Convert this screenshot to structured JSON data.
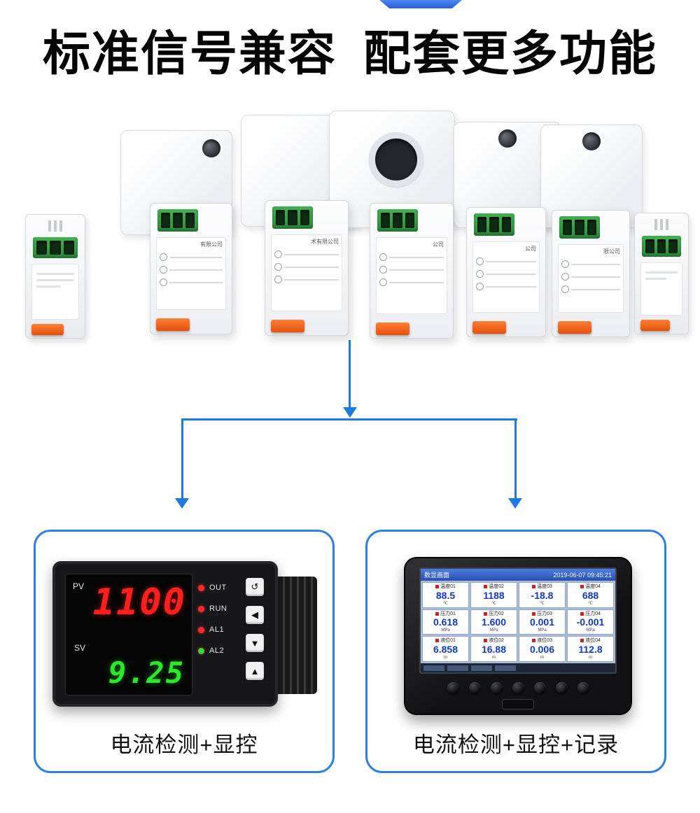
{
  "title": {
    "part1": "标准信号兼容",
    "part2": "配套更多功能"
  },
  "products": {
    "labels": [
      "有限公司",
      "术有限公司",
      "公司",
      "公司",
      "限公司"
    ]
  },
  "arrows": {
    "color": "#1f7ae0"
  },
  "left_panel": {
    "caption": "电流检测+显控",
    "meter": {
      "pv_label": "PV",
      "sv_label": "SV",
      "pv_value": "1100",
      "sv_value": "9.25",
      "indicators": [
        {
          "label": "OUT",
          "color": "#ff2b2b"
        },
        {
          "label": "RUN",
          "color": "#ff2b2b"
        },
        {
          "label": "AL1",
          "color": "#ff2b2b"
        },
        {
          "label": "AL2",
          "color": "#35d93a"
        }
      ],
      "buttons": [
        "↺",
        "◀",
        "▼",
        "▲"
      ]
    }
  },
  "right_panel": {
    "caption": "电流检测+显控+记录",
    "recorder": {
      "screen_title": "数显画面",
      "datetime": "2019-06-07 09:45:21",
      "marker_color": "#cc2222",
      "channels": [
        {
          "name": "温度01",
          "value": "88.5",
          "unit": "℃"
        },
        {
          "name": "温度02",
          "value": "1188",
          "unit": "℃"
        },
        {
          "name": "温度03",
          "value": "-18.8",
          "unit": "℃"
        },
        {
          "name": "温度04",
          "value": "688",
          "unit": "℃"
        },
        {
          "name": "压力01",
          "value": "0.618",
          "unit": "MPa"
        },
        {
          "name": "压力02",
          "value": "1.600",
          "unit": "MPa"
        },
        {
          "name": "压力03",
          "value": "0.001",
          "unit": "MPa"
        },
        {
          "name": "压力04",
          "value": "-0.001",
          "unit": "MPa"
        },
        {
          "name": "液位01",
          "value": "6.858",
          "unit": "m"
        },
        {
          "name": "液位02",
          "value": "16.88",
          "unit": "m"
        },
        {
          "name": "液位03",
          "value": "0.006",
          "unit": "m"
        },
        {
          "name": "液位04",
          "value": "112.8",
          "unit": "m"
        }
      ]
    }
  }
}
